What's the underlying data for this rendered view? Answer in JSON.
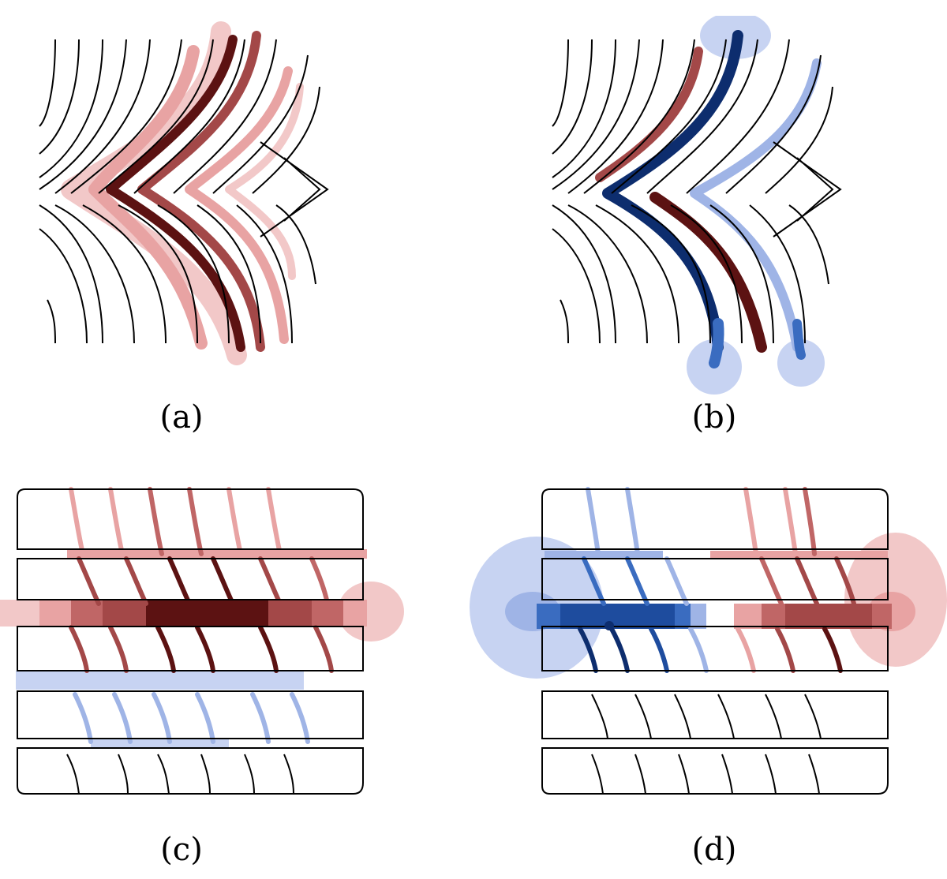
{
  "captions": {
    "a": "(a)",
    "b": "(b)",
    "c": "(c)",
    "d": "(d)"
  },
  "colors": {
    "outline": "#000000",
    "red_dark": "#5c1212",
    "red_mid": "#a34848",
    "red_light": "#e8a3a3",
    "red_faint": "#f2c8c8",
    "blue_dark": "#0d2d6e",
    "blue_mid": "#3a6cc0",
    "blue_light": "#9fb4e6",
    "blue_faint": "#c7d3f2"
  }
}
